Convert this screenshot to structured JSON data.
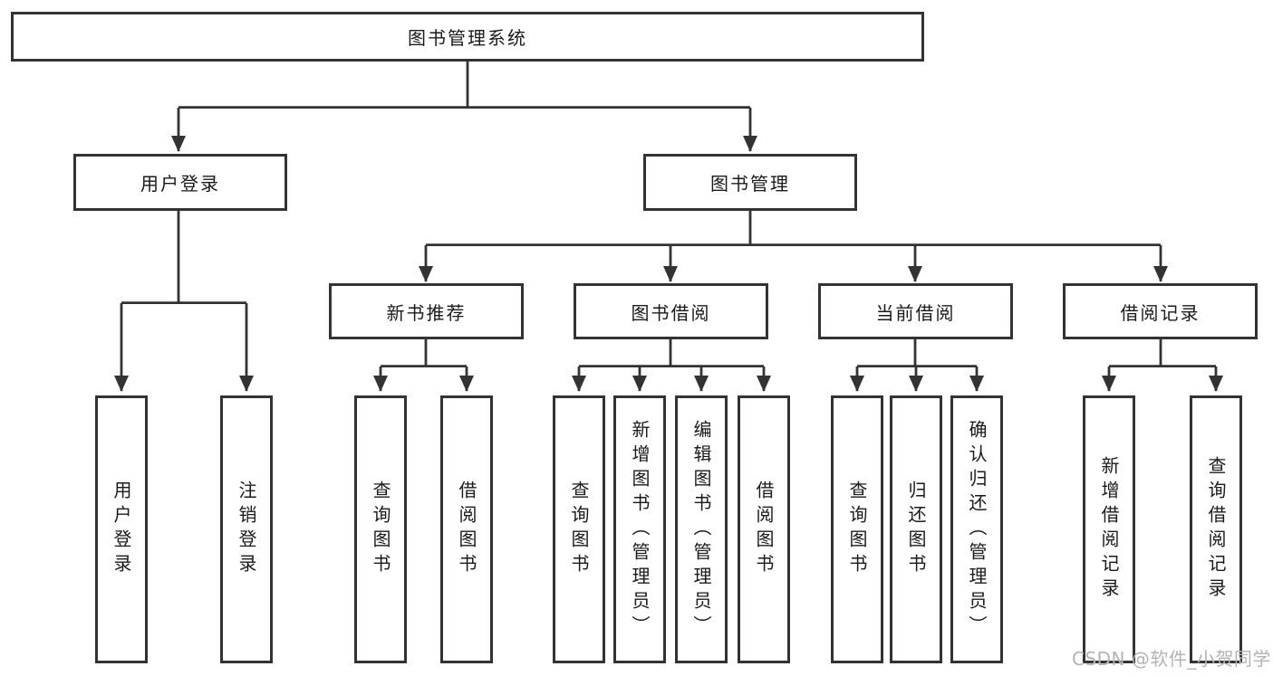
{
  "colors": {
    "background": "#ffffff",
    "line": "#333333",
    "box_border": "#333333",
    "text": "#1a1a1a",
    "watermark": "#b3b3b3"
  },
  "chart_data": {
    "type": "tree-diagram",
    "title": "图书管理系统",
    "hierarchy": {
      "root": "图书管理系统",
      "children": [
        {
          "label": "用户登录",
          "children": [
            "用户登录",
            "注销登录"
          ]
        },
        {
          "label": "图书管理",
          "children": [
            {
              "label": "新书推荐",
              "children": [
                "查询图书",
                "借阅图书"
              ]
            },
            {
              "label": "图书借阅",
              "children": [
                "查询图书",
                "新增图书（管理员）",
                "编辑图书（管理员）",
                "借阅图书"
              ]
            },
            {
              "label": "当前借阅",
              "children": [
                "查询图书",
                "归还图书",
                "确认归还（管理员）"
              ]
            },
            {
              "label": "借阅记录",
              "children": [
                "新增借阅记录",
                "查询借阅记录"
              ]
            }
          ]
        }
      ]
    }
  },
  "nodes": {
    "root": "图书管理系统",
    "level2": [
      "用户登录",
      "图书管理"
    ],
    "level3": [
      "新书推荐",
      "图书借阅",
      "当前借阅",
      "借阅记录"
    ],
    "login_children": [
      "用户登录",
      "注销登录"
    ],
    "recommend_children": [
      "查询图书",
      "借阅图书"
    ],
    "borrow_children": [
      "查询图书",
      "新增图书（管理员）",
      "编辑图书（管理员）",
      "借阅图书"
    ],
    "current_children": [
      "查询图书",
      "归还图书",
      "确认归还（管理员）"
    ],
    "record_children": [
      "新增借阅记录",
      "查询借阅记录"
    ]
  },
  "watermark": "CSDN @软件_小贺同学"
}
